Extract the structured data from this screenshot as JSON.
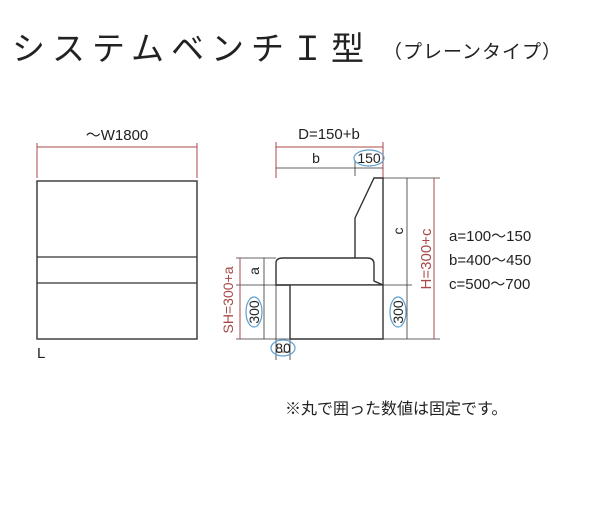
{
  "title": {
    "main": "システムベンチＩ型",
    "sub": "（プレーンタイプ）"
  },
  "front_view": {
    "width_label": "～W1800",
    "corner_label": "L"
  },
  "side_view": {
    "depth_label": "D=150+b",
    "b_label": "b",
    "back_thickness": "150",
    "c_label": "c",
    "a_label": "a",
    "seat_height_label": "SH=300+a",
    "seat_base_height": "300",
    "total_height_label": "H=300+c",
    "rear_base_height": "300",
    "leg_offset": "80"
  },
  "ranges": [
    "a=100～150",
    "b=400～450",
    "c=500～700"
  ],
  "note": "※丸で囲った数値は固定です。",
  "colors": {
    "dimension": "#a84848",
    "outline": "#333333",
    "circle": "#5a9fd0"
  }
}
